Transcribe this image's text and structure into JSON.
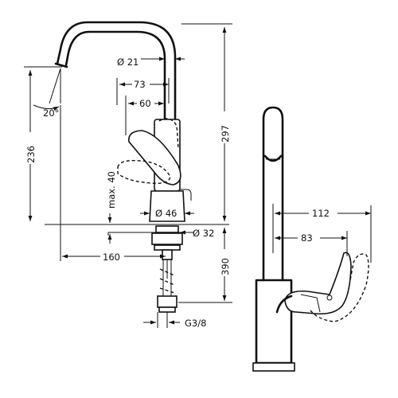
{
  "dimensions": {
    "d21": "Ø 21",
    "d73": "73",
    "d60": "60",
    "a20": "20°",
    "d236": "236",
    "d297": "297",
    "max40": "max. 40",
    "d46": "Ø 46",
    "d32": "Ø 32",
    "d160": "160",
    "d390": "390",
    "g38": "G3/8",
    "d112": "112",
    "d83": "83"
  }
}
